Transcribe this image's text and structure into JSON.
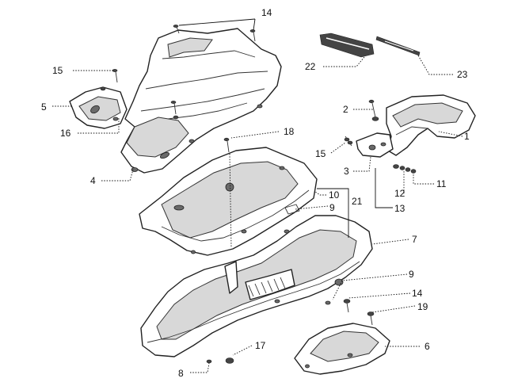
{
  "callouts": {
    "c1": "1",
    "c2": "2",
    "c3": "3",
    "c4": "4",
    "c5": "5",
    "c6": "6",
    "c7": "7",
    "c8": "8",
    "c9a": "9",
    "c9b": "9",
    "c10": "10",
    "c11": "11",
    "c12": "12",
    "c13": "13",
    "c14a": "14",
    "c14b": "14",
    "c15a": "15",
    "c15b": "15",
    "c16": "16",
    "c17": "17",
    "c18": "18",
    "c19": "19",
    "c21": "21",
    "c22": "22",
    "c23": "23"
  },
  "colors": {
    "line": "#222222",
    "background": "#ffffff",
    "shade": "#d8d8d8"
  }
}
